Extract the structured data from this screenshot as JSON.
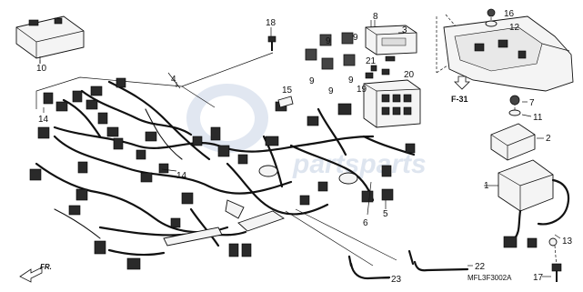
{
  "callouts": {
    "c1": "1",
    "c2": "2",
    "c3": "3",
    "c4": "4",
    "c5": "5",
    "c6": "6",
    "c7": "7",
    "c8": "8",
    "c9a": "9",
    "c9b": "9",
    "c9c": "9",
    "c9d": "9",
    "c9e": "9",
    "c10": "10",
    "c11": "11",
    "c12": "12",
    "c13": "13",
    "c14a": "14",
    "c14b": "14",
    "c15": "15",
    "c16": "16",
    "c17": "17",
    "c18": "18",
    "c19": "19",
    "c20": "20",
    "c21": "21",
    "c22": "22",
    "c23": "23"
  },
  "reference": "F-31",
  "front_marker": "FR.",
  "drawing_code": "MFL3F3002A",
  "watermark": "partsparts",
  "colors": {
    "line": "#111111",
    "watermark": "#c9d4e6"
  }
}
